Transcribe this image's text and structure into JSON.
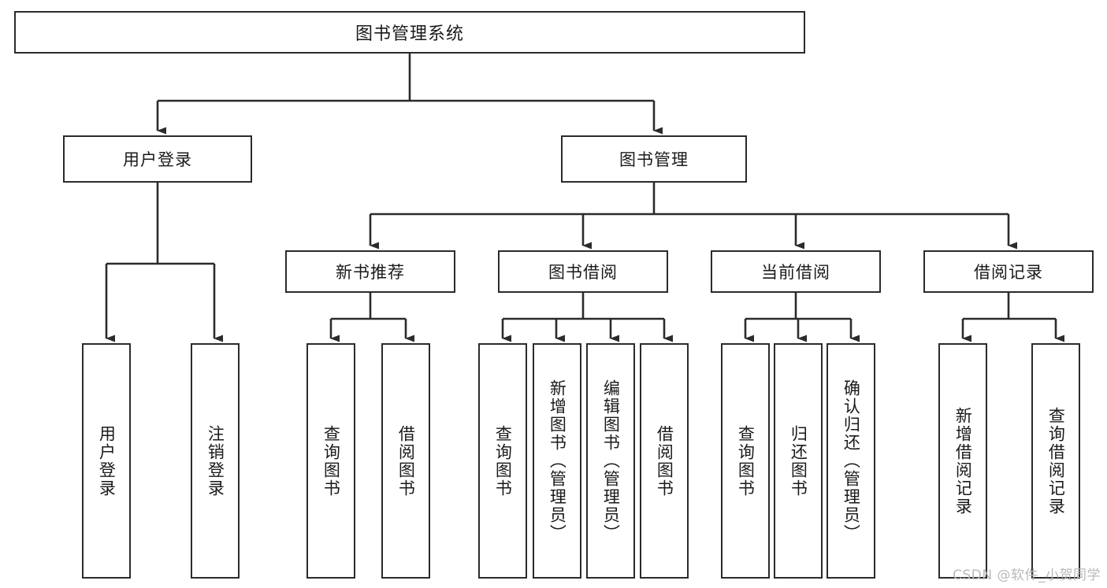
{
  "diagram": {
    "title": "图书管理系统",
    "root": {
      "label": "图书管理系统"
    },
    "level2": [
      {
        "label": "用户登录"
      },
      {
        "label": "图书管理"
      }
    ],
    "level3": [
      {
        "label": "新书推荐"
      },
      {
        "label": "图书借阅"
      },
      {
        "label": "当前借阅"
      },
      {
        "label": "借阅记录"
      }
    ],
    "leaves": [
      {
        "label": "用户登录",
        "parent": "用户登录"
      },
      {
        "label": "注销登录",
        "parent": "用户登录"
      },
      {
        "label": "查询图书",
        "parent": "新书推荐"
      },
      {
        "label": "借阅图书",
        "parent": "新书推荐"
      },
      {
        "label": "查询图书",
        "parent": "图书借阅"
      },
      {
        "label": "新增图书（管理员）",
        "parent": "图书借阅"
      },
      {
        "label": "编辑图书（管理员）",
        "parent": "图书借阅"
      },
      {
        "label": "借阅图书",
        "parent": "图书借阅"
      },
      {
        "label": "查询图书",
        "parent": "当前借阅"
      },
      {
        "label": "归还图书",
        "parent": "当前借阅"
      },
      {
        "label": "确认归还（管理员）",
        "parent": "当前借阅"
      },
      {
        "label": "新增借阅记录",
        "parent": "借阅记录"
      },
      {
        "label": "查询借阅记录",
        "parent": "借阅记录"
      }
    ]
  },
  "watermark": {
    "text": "CSDN @软件_小贺同学"
  },
  "colors": {
    "stroke": "#2b2b2b",
    "fill": "#ffffff",
    "watermark": "#b9b9b9"
  }
}
